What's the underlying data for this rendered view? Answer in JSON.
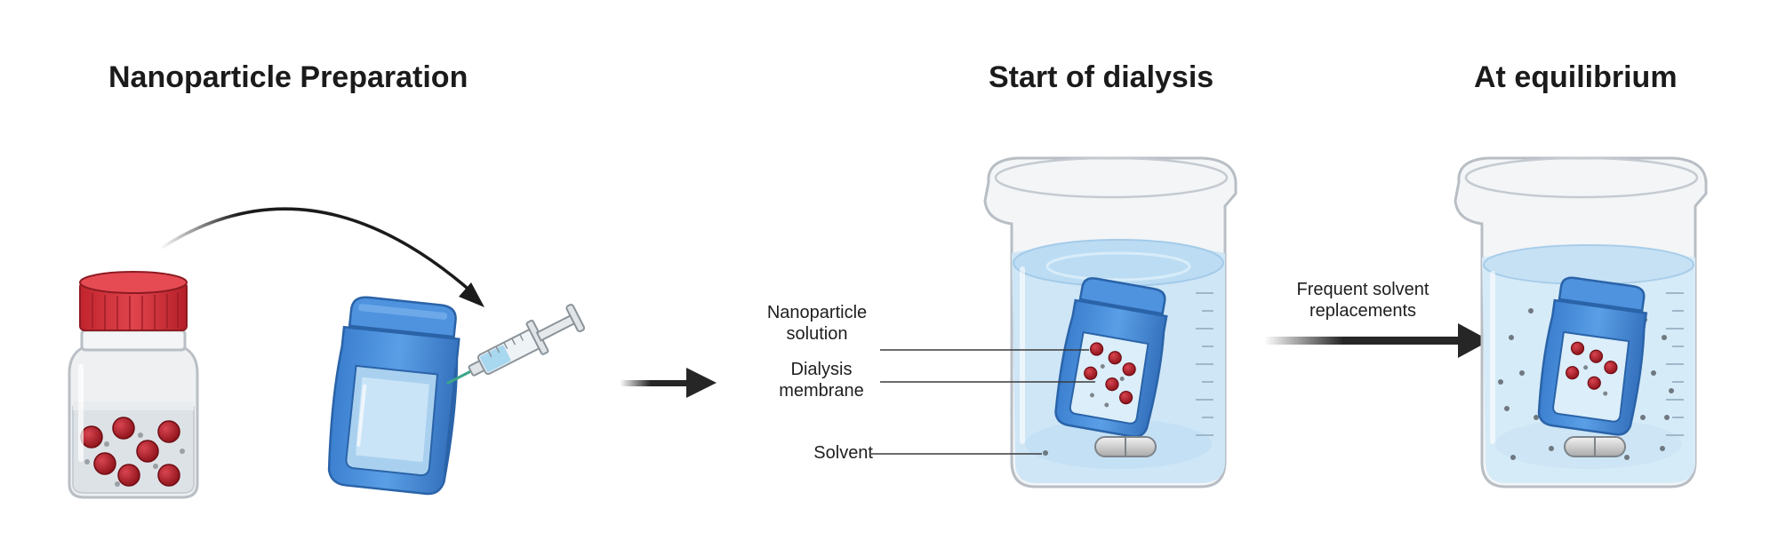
{
  "titles": {
    "prep": "Nanoparticle Preparation",
    "start": "Start of dialysis",
    "equilibrium": "At equilibrium"
  },
  "labels": {
    "np_solution_line1": "Nanoparticle",
    "np_solution_line2": "solution",
    "membrane_line1": "Dialysis",
    "membrane_line2": "membrane",
    "solvent": "Solvent",
    "replacement_line1": "Frequent solvent",
    "replacement_line2": "replacements"
  },
  "colors": {
    "cap_red": "#d9313b",
    "particle_red": "#a4161f",
    "cassette_blue": "#4a8fd9",
    "cassette_dark": "#2e6db5",
    "water": "#cfe6f7",
    "glass_stroke": "#b8bec4",
    "arrow": "#262626"
  }
}
